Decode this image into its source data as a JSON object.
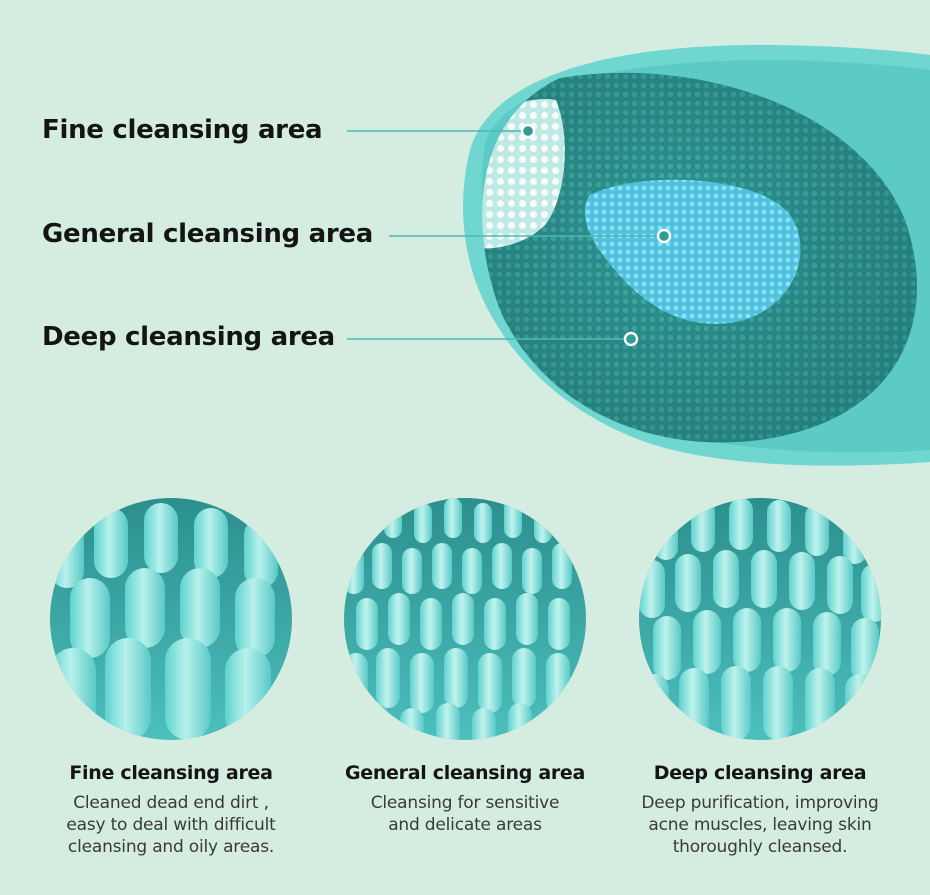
{
  "zones": [
    {
      "label": "Fine cleansing area"
    },
    {
      "label": "General cleansing area"
    },
    {
      "label": "Deep cleansing area"
    }
  ],
  "cards": [
    {
      "title": "Fine cleansing area",
      "description": "Cleaned dead end dirt ,\neasy to deal with difficult\ncleansing and oily areas."
    },
    {
      "title": "General cleansing area",
      "description": "Cleansing for sensitive\nand delicate areas"
    },
    {
      "title": "Deep cleansing area",
      "description": "Deep purification, improving\nacne muscles, leaving skin\nthoroughly cleansed."
    }
  ],
  "colors": {
    "background": "#d5ede1",
    "brush_body": "#6fd6d0",
    "bristle_dark": "#2f9a96",
    "bristle_light": "#55c8c8",
    "fine_zone": "#e9f7f3",
    "general_zone": "#6cd2ea",
    "leader_line": "#4fb7b2"
  }
}
